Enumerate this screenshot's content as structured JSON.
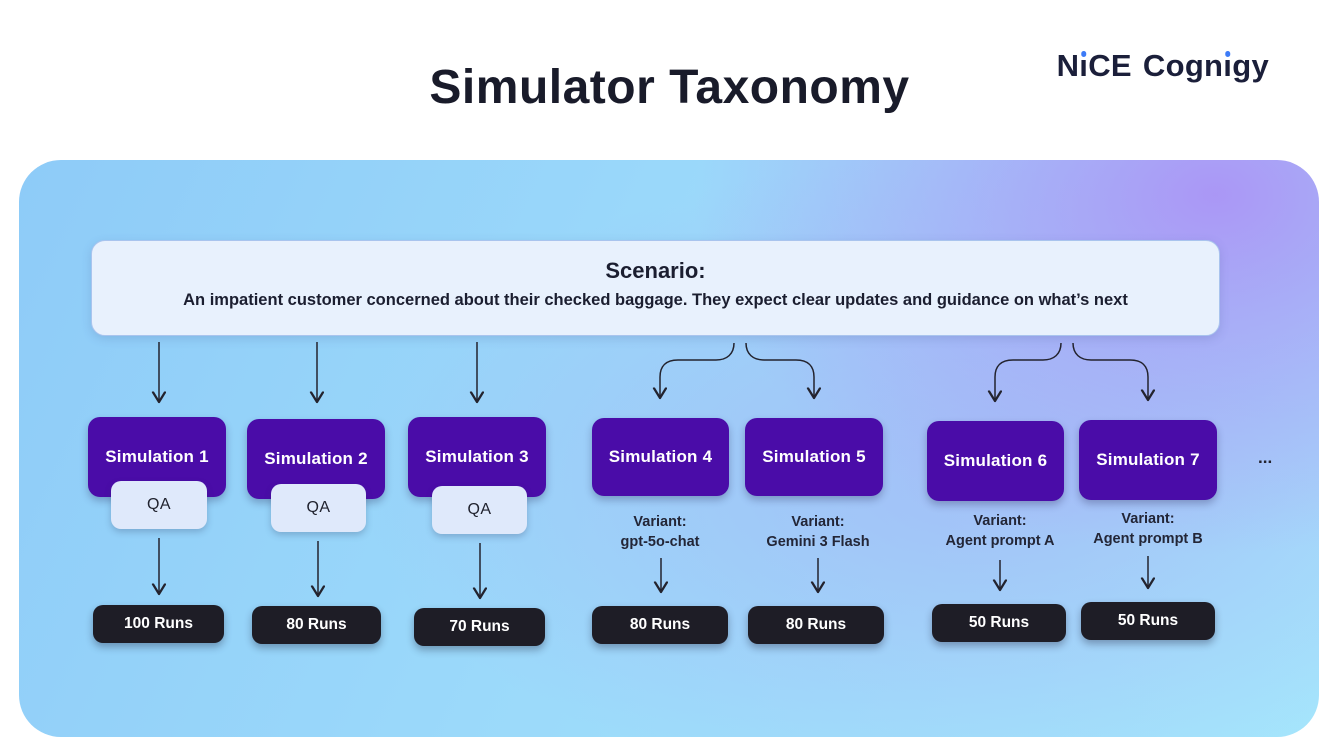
{
  "header": {
    "title": "Simulator Taxonomy",
    "logo": {
      "nice_n": "N",
      "nice_i": "ı",
      "nice_ce": "CE",
      "cognigy_pre": "Cogn",
      "cognigy_i": "ı",
      "cognigy_post": "gy"
    }
  },
  "scenario": {
    "heading": "Scenario:",
    "description": "An impatient customer concerned about their checked baggage. They expect clear updates and guidance on what’s next"
  },
  "simulations": [
    {
      "label": "Simulation 1",
      "qa": "QA",
      "runs": "100 Runs"
    },
    {
      "label": "Simulation 2",
      "qa": "QA",
      "runs": "80 Runs"
    },
    {
      "label": "Simulation 3",
      "qa": "QA",
      "runs": "70 Runs"
    },
    {
      "label": "Simulation 4",
      "variant_title": "Variant:",
      "variant_value": "gpt-5o-chat",
      "runs": "80 Runs"
    },
    {
      "label": "Simulation 5",
      "variant_title": "Variant:",
      "variant_value": "Gemini 3 Flash",
      "runs": "80 Runs"
    },
    {
      "label": "Simulation 6",
      "variant_title": "Variant:",
      "variant_value": "Agent prompt A",
      "runs": "50 Runs"
    },
    {
      "label": "Simulation 7",
      "variant_title": "Variant:",
      "variant_value": "Agent prompt B",
      "runs": "50 Runs"
    }
  ],
  "more_indicator": "...",
  "colors": {
    "simulation_box": "#4a0ca8",
    "runs_box": "#1e1d26",
    "qa_box": "#dfe9fb",
    "scenario_bg": "#e8f1fd",
    "scenario_border": "#a9c4ee",
    "title_text": "#191b2a",
    "logo_dot_blue": "#3d7bf7",
    "arrow": "#23232e"
  }
}
